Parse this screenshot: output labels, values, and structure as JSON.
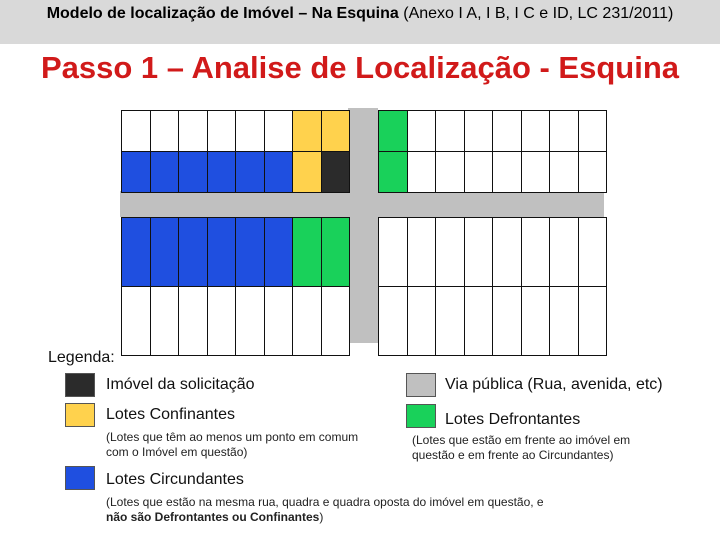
{
  "header": {
    "subtitle_bold": "Modelo de localização de Imóvel – Na Esquina",
    "subtitle_rest": " (Anexo I A, I B, I C e ID, LC 231/2011)",
    "title": "Passo 1 – Analise de Localização - Esquina"
  },
  "colors": {
    "imovel": "#2b2b2b",
    "confinante": "#ffd24d",
    "circundante": "#1f4fe0",
    "defrontante": "#19d15a",
    "via": "#c0c0c0",
    "vazio": "#ffffff"
  },
  "grid": {
    "left_block_top_rows": [
      [
        "vazio",
        "vazio",
        "vazio",
        "vazio",
        "vazio",
        "vazio",
        "confinante",
        "confinante"
      ],
      [
        "circundante",
        "circundante",
        "circundante",
        "circundante",
        "circundante",
        "circundante",
        "confinante",
        "imovel"
      ]
    ],
    "left_block_bottom_rows": [
      [
        "circundante",
        "circundante",
        "circundante",
        "circundante",
        "circundante",
        "circundante",
        "defrontante",
        "defrontante"
      ],
      [
        "vazio",
        "vazio",
        "vazio",
        "vazio",
        "vazio",
        "vazio",
        "vazio",
        "vazio"
      ]
    ],
    "right_block_top_rows": [
      [
        "defrontante",
        "vazio",
        "vazio",
        "vazio",
        "vazio",
        "vazio",
        "vazio",
        "vazio"
      ],
      [
        "defrontante",
        "vazio",
        "vazio",
        "vazio",
        "vazio",
        "vazio",
        "vazio",
        "vazio"
      ]
    ],
    "right_block_bottom_rows": [
      [
        "vazio",
        "vazio",
        "vazio",
        "vazio",
        "vazio",
        "vazio",
        "vazio",
        "vazio"
      ],
      [
        "vazio",
        "vazio",
        "vazio",
        "vazio",
        "vazio",
        "vazio",
        "vazio",
        "vazio"
      ]
    ]
  },
  "legend": {
    "heading": "Legenda:",
    "imovel": "Imóvel da solicitação",
    "via": "Via pública (Rua, avenida, etc)",
    "confinantes": "Lotes Confinantes",
    "confinantes_note": "(Lotes que têm ao menos um ponto em comum com o Imóvel em questão)",
    "defrontantes": "Lotes Defrontantes",
    "defrontantes_note": "(Lotes que estão em frente ao imóvel em questão e em frente ao Circundantes)",
    "circundantes": "Lotes Circundantes",
    "circundantes_note_a": "(Lotes que estão na mesma rua, quadra e quadra oposta do imóvel em questão, e ",
    "circundantes_note_bold": "não são Defrontantes ou Confinantes",
    "circundantes_note_b": ")"
  }
}
